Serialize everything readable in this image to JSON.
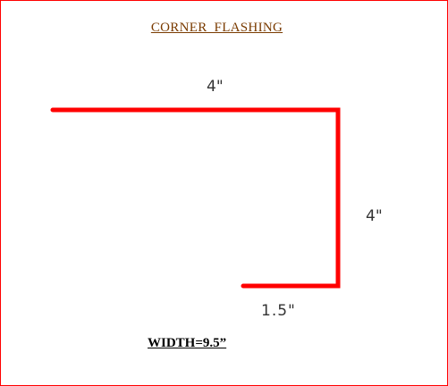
{
  "diagram": {
    "title": "CORNER  FLASHING",
    "title_color": "#7a3b00",
    "line_color": "#ff0000",
    "border_color": "#ff0000",
    "text_color": "#000000",
    "dimensions": {
      "top": "4\"",
      "right": "4\"",
      "bottom": "1.5\""
    },
    "width_note": "WIDTH=9.5”"
  }
}
